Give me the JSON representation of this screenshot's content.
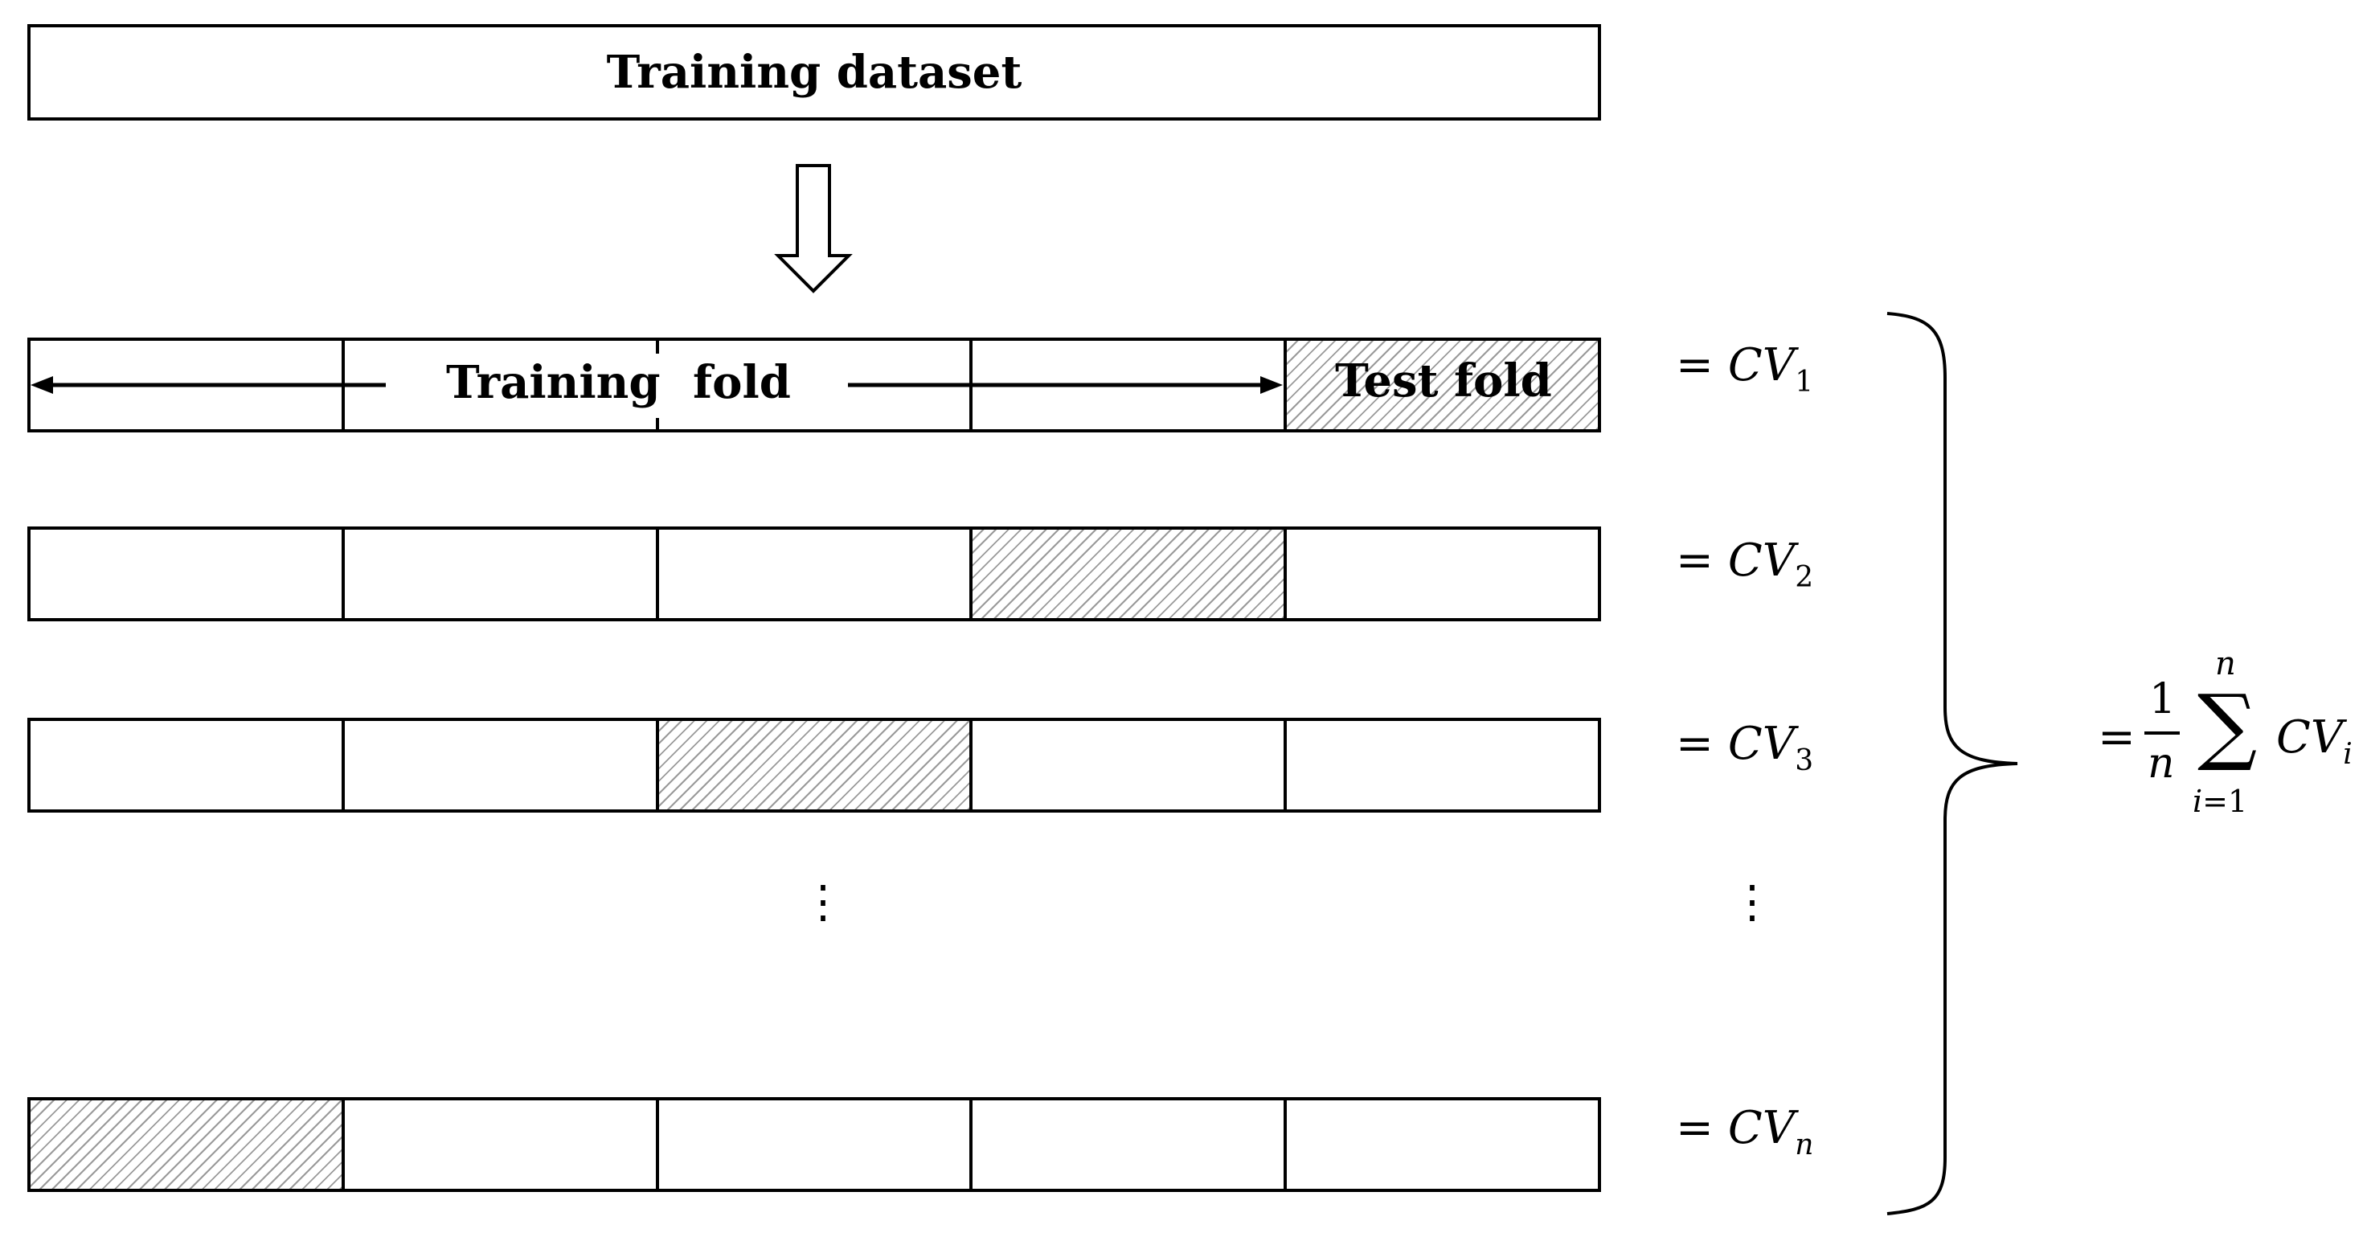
{
  "title": "Training dataset",
  "fold_labels": {
    "training": "Training",
    "fold": "fold",
    "test": "Test fold"
  },
  "cv_rows": [
    {
      "eq": "=",
      "cv": "CV",
      "sub": "1",
      "test_fold_index": 5
    },
    {
      "eq": "=",
      "cv": "CV",
      "sub": "2",
      "test_fold_index": 4
    },
    {
      "eq": "=",
      "cv": "CV",
      "sub": "3",
      "test_fold_index": 3
    },
    {
      "eq": "=",
      "cv": "CV",
      "sub": "n",
      "test_fold_index": 1
    }
  ],
  "folds_per_row": 5,
  "ellipsis": "⋮",
  "formula": {
    "eq": "=",
    "numerator": "1",
    "denominator": "n",
    "sum_upper": "n",
    "sum_symbol": "∑",
    "sum_lower_var": "i",
    "sum_lower_rest": "=1",
    "term": "CV",
    "term_sub": "i"
  },
  "colors": {
    "stroke": "#000000",
    "hatch": "#9a9a9a",
    "background": "#ffffff"
  },
  "icons": [
    "down-arrow-icon",
    "double-headed-arrow-icon",
    "curly-brace-icon"
  ]
}
